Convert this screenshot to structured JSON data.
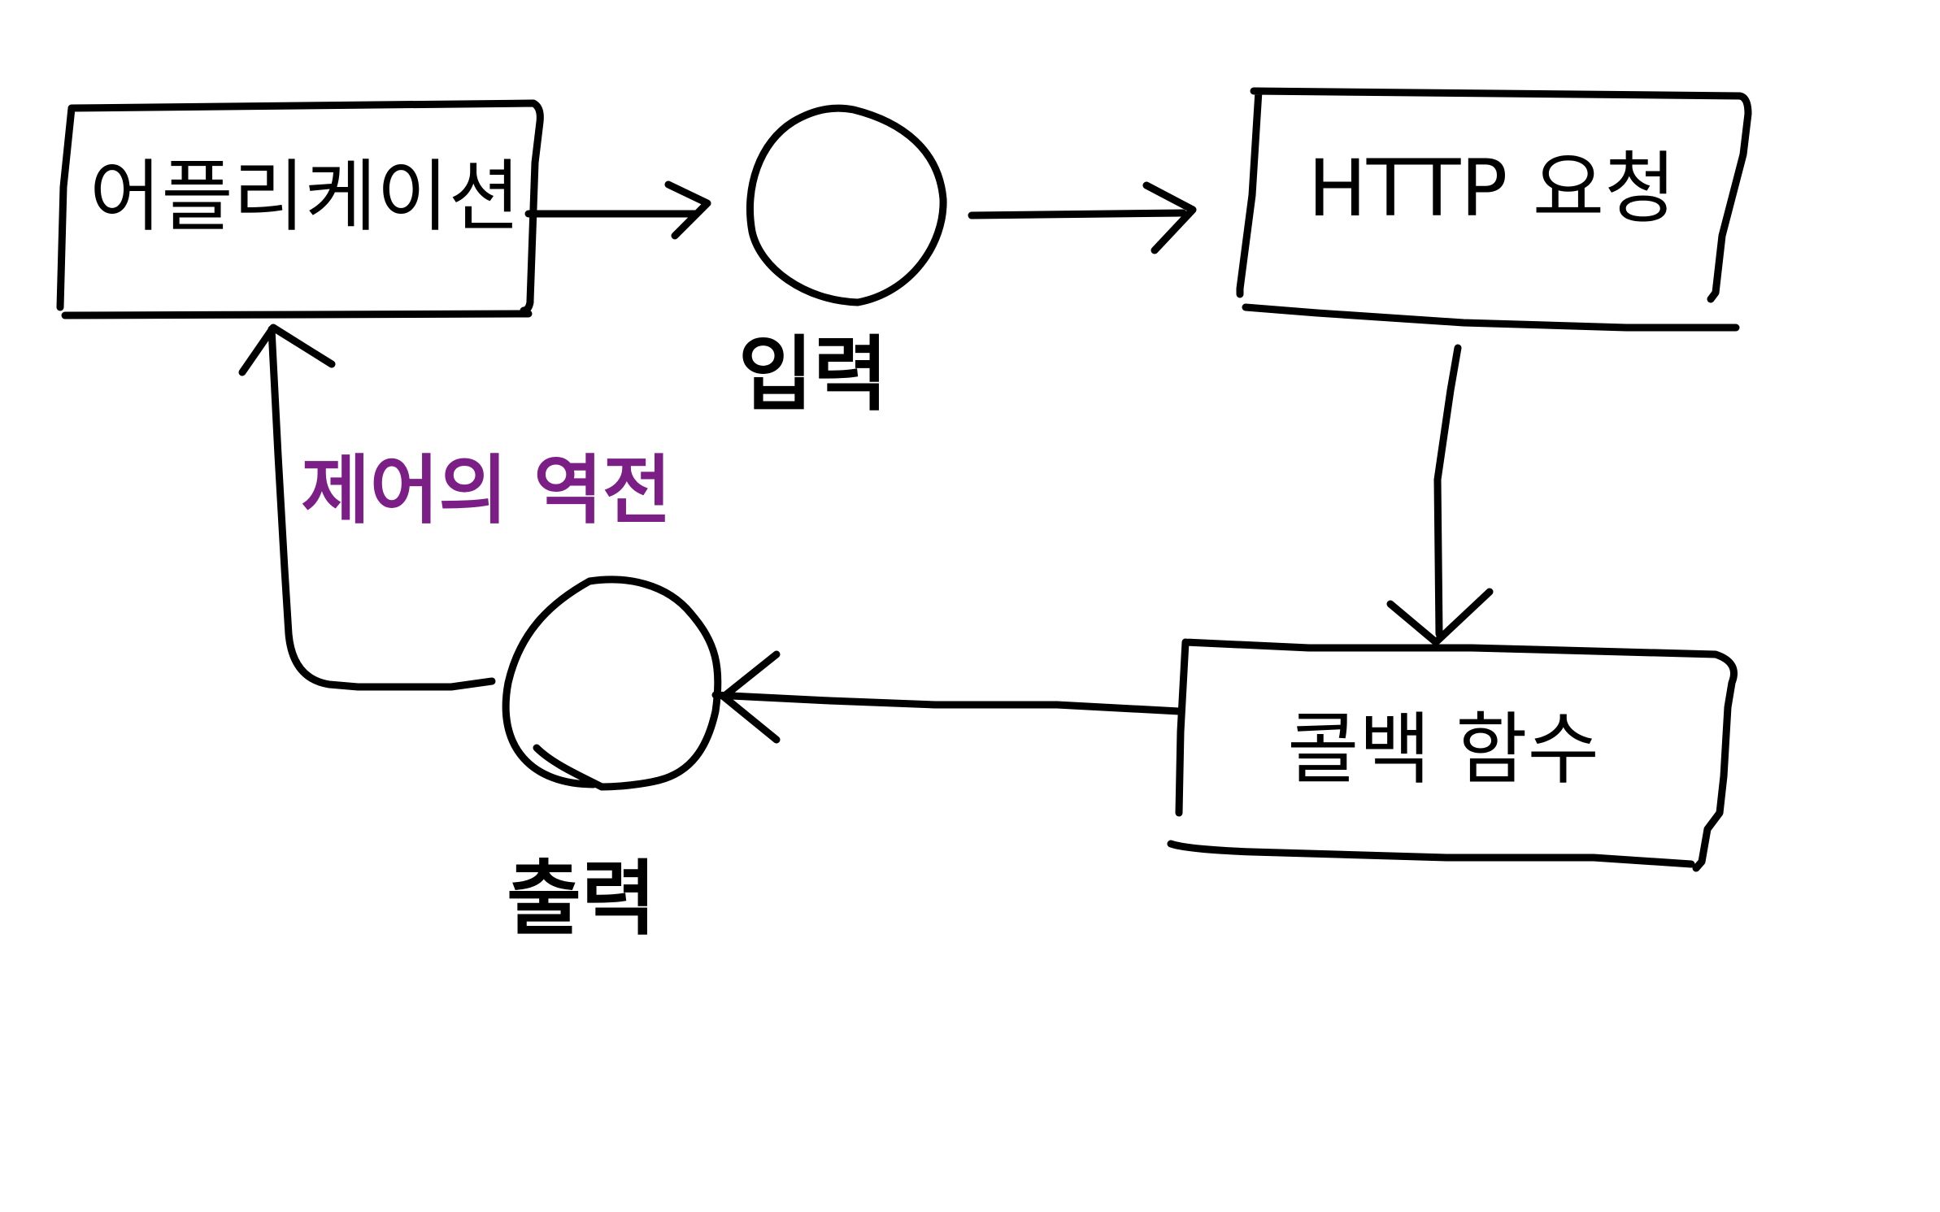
{
  "diagram": {
    "nodes": {
      "application": {
        "label": "어플리케이션"
      },
      "input": {
        "label": "입력"
      },
      "http_request": {
        "label": "HTTP 요청"
      },
      "callback": {
        "label": "콜백 함수"
      },
      "output": {
        "label": "출력"
      }
    },
    "loop_label": "제어의 역전",
    "colors": {
      "stroke": "#000000",
      "accent": "#7b1f87",
      "background": "#ffffff"
    }
  }
}
